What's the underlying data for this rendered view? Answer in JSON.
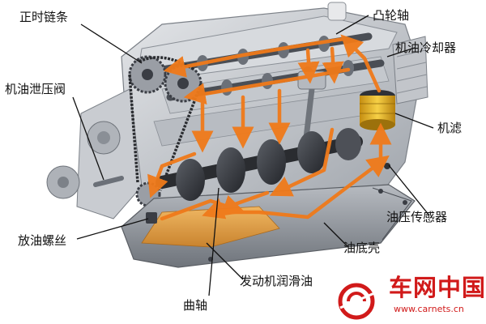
{
  "labels": {
    "timing_chain": "正时链条",
    "camshaft": "凸轮轴",
    "oil_cooler": "机油冷却器",
    "oil_pressure_relief_valve": "机油泄压阀",
    "oil_filter": "机滤",
    "oil_pressure_sensor": "油压传感器",
    "drain_bolt": "放油螺丝",
    "oil_pan": "油底壳",
    "engine_oil": "发动机润滑油",
    "crankshaft": "曲轴"
  },
  "watermark": {
    "brand": "车网中国",
    "url": "www.carnets.cn"
  },
  "colors": {
    "oil_flow": "#f07a1a",
    "oil_fill": "#e2a24a",
    "metal_dark": "#3a3d44",
    "metal_mid": "#8f949c",
    "metal_light": "#c9ccd1",
    "filter_body": "#f1c232",
    "brand_red": "#d11a1a"
  }
}
